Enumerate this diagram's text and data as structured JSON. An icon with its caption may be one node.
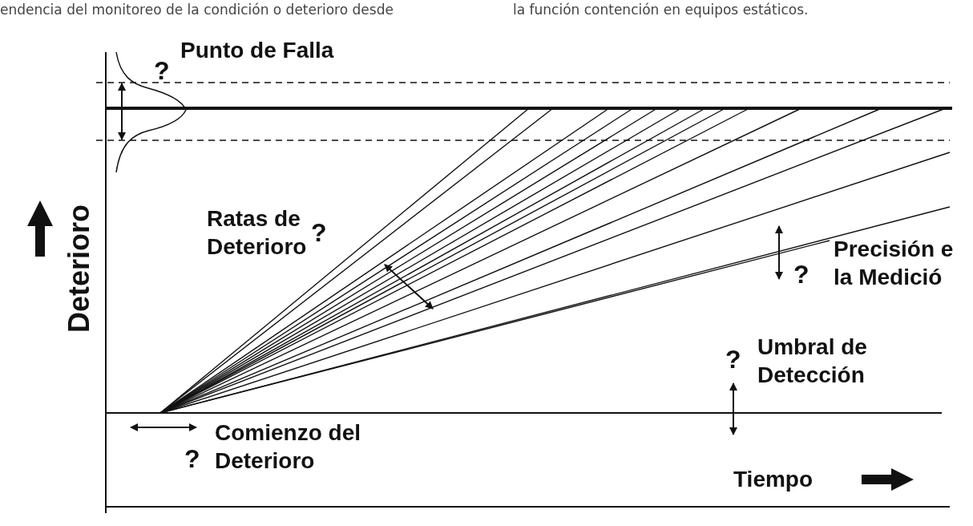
{
  "diagram": {
    "labels": [
      "endencia del monitoreo de la condición o deterioro desde",
      "la función contención en equipos estáticos.",
      "Punto de Falla",
      "?",
      "Deterioro",
      "Ratas de Deterioro",
      "?",
      "Precisión e la Medició",
      "?",
      "Umbral de Detección",
      "?",
      "Comienzo del Deterioro",
      "?",
      "Tiempo"
    ]
  }
}
